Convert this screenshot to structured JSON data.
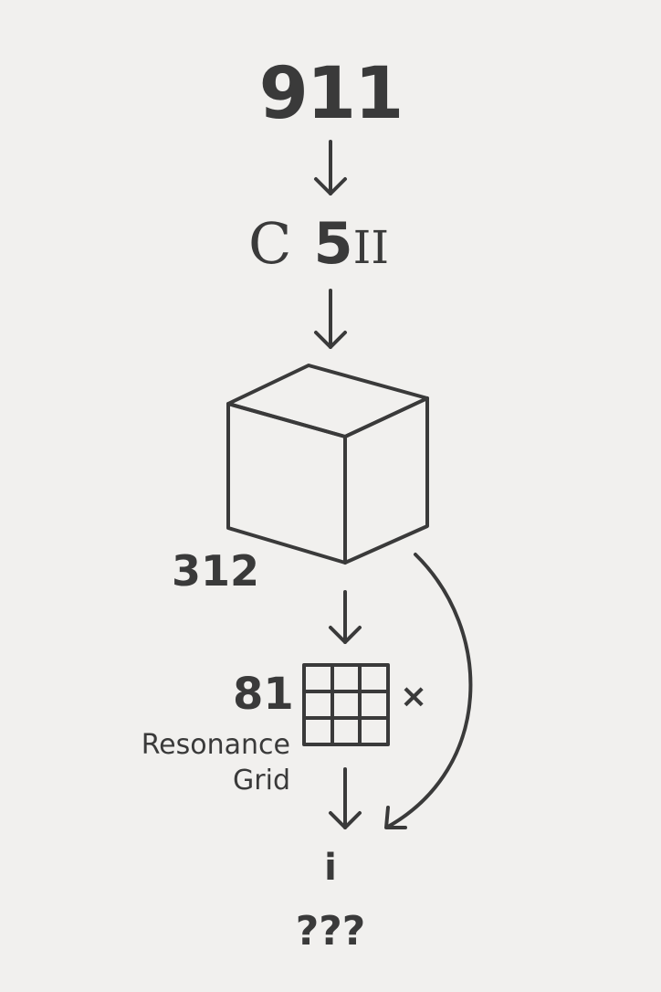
{
  "diagram": {
    "top_number": "911",
    "code_c": "C",
    "code_5": "5",
    "code_roman": "II",
    "cube_number": "312",
    "grid_number": "81",
    "times_mark": "×",
    "grid_caption_line1": "Resonance",
    "grid_caption_line2": "Grid",
    "result_symbol": "i",
    "unknown_mark": "???"
  },
  "colors": {
    "background": "#f1f0ee",
    "ink": "#3a3a3a"
  },
  "grid_size": 3
}
